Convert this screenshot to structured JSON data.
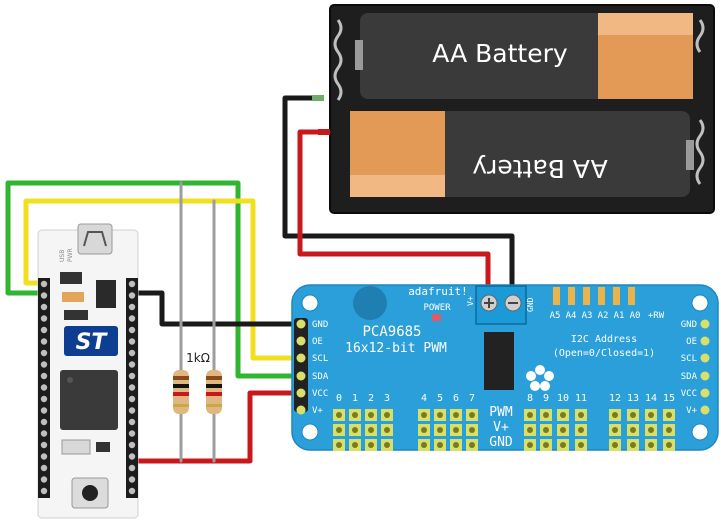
{
  "battery": {
    "top_label": "AA Battery",
    "bottom_label": "AA Battery"
  },
  "resistor": {
    "value_label": "1kΩ"
  },
  "mcu_board": {
    "usb_label": "USB",
    "pwr_label": "PWR",
    "logo_text": "ST"
  },
  "pwm_board": {
    "brand": "adafruit!",
    "power_label": "POWER",
    "chip_name": "PCA9685",
    "chip_desc": "16x12-bit PWM",
    "i2c_title": "I2C Address",
    "i2c_desc": "(Open=0/Closed=1)",
    "addr_labels": [
      "A5",
      "A4",
      "A3",
      "A2",
      "A1",
      "A0",
      "+RW"
    ],
    "terminal_vplus": "V+",
    "terminal_gnd": "GND",
    "left_pins": [
      "GND",
      "OE",
      "SCL",
      "SDA",
      "VCC",
      "V+"
    ],
    "right_pins": [
      "GND",
      "OE",
      "SCL",
      "SDA",
      "VCC",
      "V+"
    ],
    "channel_groups": [
      "0",
      "1",
      "2",
      "3",
      "4",
      "5",
      "6",
      "7",
      "8",
      "9",
      "10",
      "11",
      "12",
      "13",
      "14",
      "15"
    ],
    "row_labels": [
      "PWM",
      "V+",
      "GND"
    ]
  },
  "colors": {
    "wire_red": "#c8181c",
    "wire_black": "#1a1a1a",
    "wire_green": "#2fb52f",
    "wire_yellow": "#f0e020",
    "board_blue": "#2b9fd9",
    "battery_body": "#2d2d2d",
    "battery_copper": "#e8a060"
  }
}
